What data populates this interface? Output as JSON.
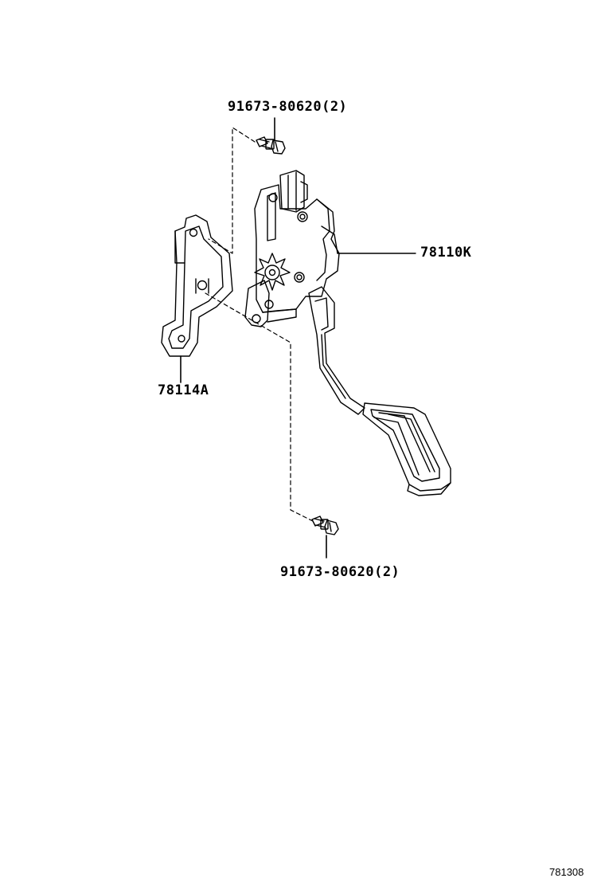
{
  "labels": {
    "bolt_top": "91673-80620(2)",
    "pedal_assembly": "78110K",
    "bracket": "78114A",
    "bolt_bottom": "91673-80620(2)",
    "illustration_ref": "781308"
  },
  "colors": {
    "line": "#000000",
    "background": "#ffffff"
  }
}
